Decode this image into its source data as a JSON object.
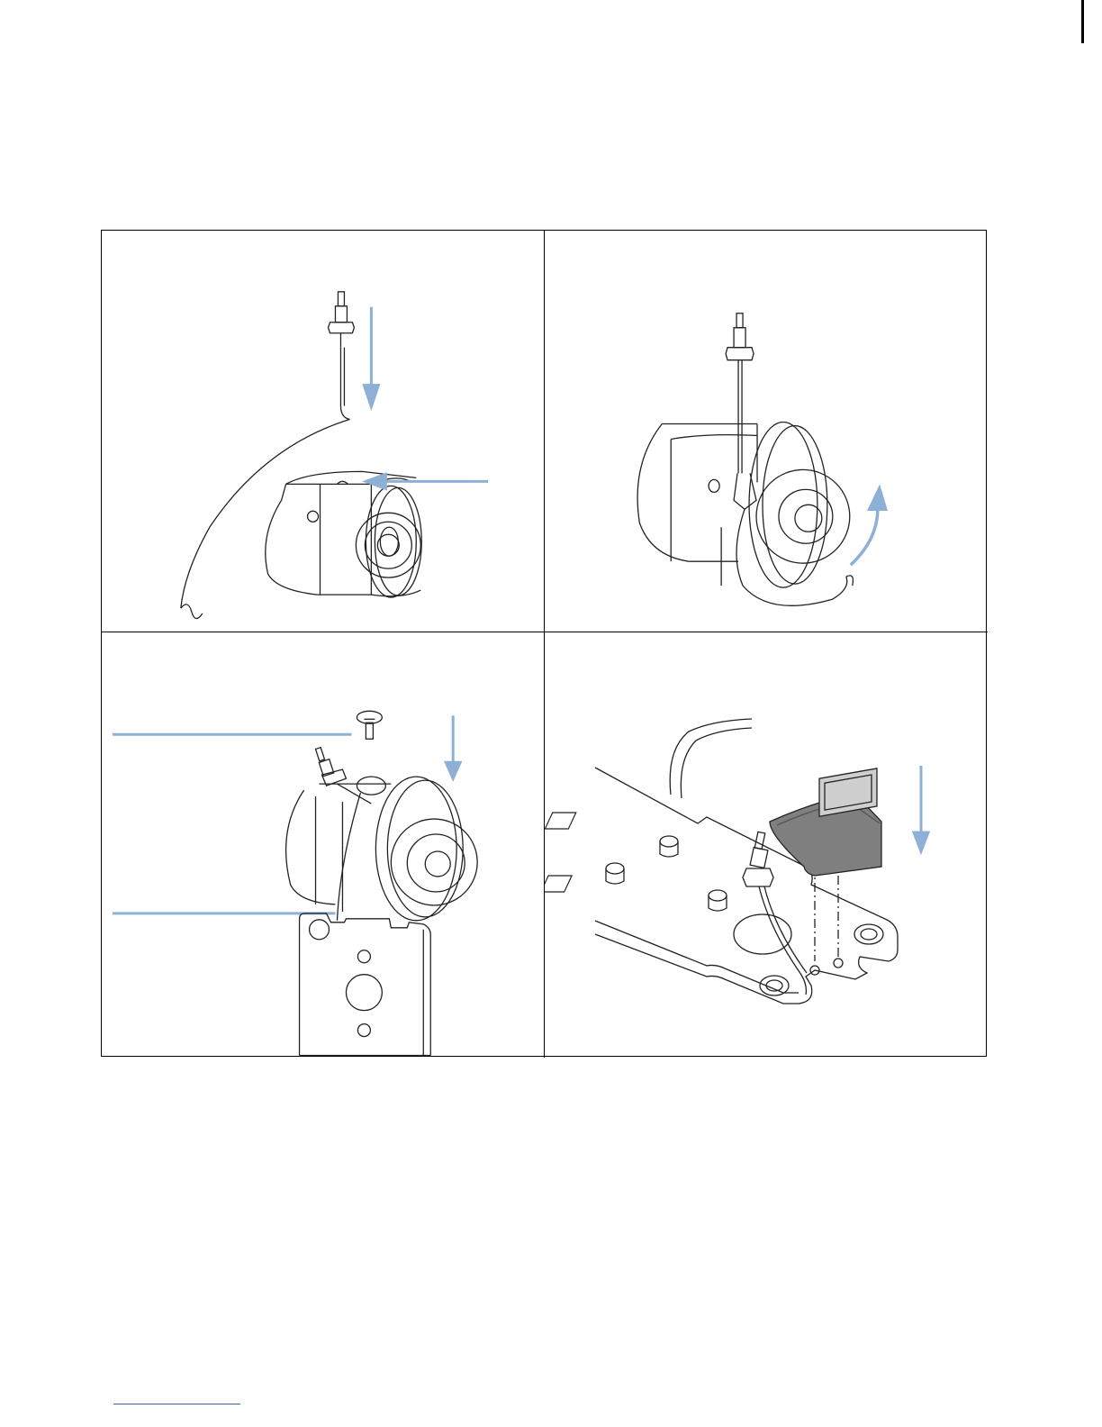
{
  "document": {
    "panels": [
      {
        "id": "step-1",
        "kind": "illustration",
        "depicts": "capillary-insertion-into-valve-head"
      },
      {
        "id": "step-2",
        "kind": "illustration",
        "depicts": "capillary-routing-around-valve-head"
      },
      {
        "id": "step-3",
        "kind": "illustration",
        "depicts": "valve-head-mounting-with-screw"
      },
      {
        "id": "step-4",
        "kind": "illustration",
        "depicts": "cover-installation-on-bracket"
      }
    ],
    "colors": {
      "line_art": "#222222",
      "callout_arrow": "#8fb0d6",
      "cover_fill": "#7f7f7f",
      "border": "#000000",
      "link_underline": "#3a5fb0"
    },
    "icons": [
      "down-arrow-icon",
      "left-arrow-icon",
      "curved-arrow-icon",
      "screw-icon"
    ]
  }
}
